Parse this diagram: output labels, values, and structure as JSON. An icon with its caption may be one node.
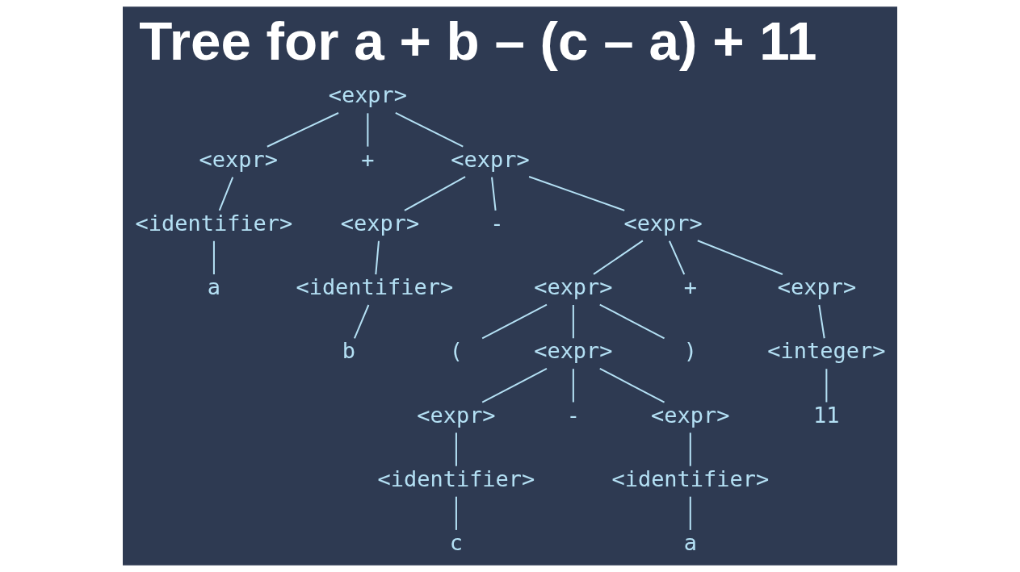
{
  "diagram": {
    "title": "Tree for a + b – (c – a) + 11",
    "nodes": [
      {
        "text": [
          "<expr>"
        ]
      },
      {
        "text": [
          "<expr>"
        ]
      },
      {
        "text": [
          "+"
        ]
      },
      {
        "text": [
          "<expr>"
        ]
      },
      {
        "text": [
          "<identifier>"
        ]
      },
      {
        "text": [
          "<expr>"
        ]
      },
      {
        "text": [
          "-"
        ]
      },
      {
        "text": [
          "<expr>"
        ]
      },
      {
        "text": [
          "a"
        ]
      },
      {
        "text": [
          "<identifier>"
        ]
      },
      {
        "text": [
          "<expr>"
        ]
      },
      {
        "text": [
          "+"
        ]
      },
      {
        "text": [
          "<expr>"
        ]
      },
      {
        "text": [
          "b"
        ]
      },
      {
        "text": [
          "("
        ]
      },
      {
        "text": [
          "<expr>"
        ]
      },
      {
        "text": [
          ")"
        ]
      },
      {
        "text": [
          "<integer>"
        ]
      },
      {
        "text": [
          "<expr>"
        ]
      },
      {
        "text": [
          "-"
        ]
      },
      {
        "text": [
          "<expr>"
        ]
      },
      {
        "text": [
          "11"
        ]
      },
      {
        "text": [
          "<identifier>"
        ]
      },
      {
        "text": [
          "<identifier>"
        ]
      },
      {
        "text": [
          "c"
        ]
      },
      {
        "text": [
          "a"
        ]
      }
    ],
    "edges": [
      {
        "from": 0,
        "to": 1,
        "arrow": "none"
      },
      {
        "from": 0,
        "to": 2,
        "arrow": "none"
      },
      {
        "from": 0,
        "to": 3,
        "arrow": "none"
      },
      {
        "from": 1,
        "to": 4,
        "arrow": "none"
      },
      {
        "from": 4,
        "to": 8,
        "arrow": "none"
      },
      {
        "from": 3,
        "to": 5,
        "arrow": "none"
      },
      {
        "from": 3,
        "to": 6,
        "arrow": "none"
      },
      {
        "from": 3,
        "to": 7,
        "arrow": "none"
      },
      {
        "from": 5,
        "to": 9,
        "arrow": "none"
      },
      {
        "from": 9,
        "to": 13,
        "arrow": "none"
      },
      {
        "from": 7,
        "to": 10,
        "arrow": "none"
      },
      {
        "from": 7,
        "to": 11,
        "arrow": "none"
      },
      {
        "from": 7,
        "to": 12,
        "arrow": "none"
      },
      {
        "from": 10,
        "to": 14,
        "arrow": "none"
      },
      {
        "from": 10,
        "to": 15,
        "arrow": "none"
      },
      {
        "from": 10,
        "to": 16,
        "arrow": "none"
      },
      {
        "from": 12,
        "to": 17,
        "arrow": "none"
      },
      {
        "from": 17,
        "to": 21,
        "arrow": "none"
      },
      {
        "from": 15,
        "to": 18,
        "arrow": "none"
      },
      {
        "from": 15,
        "to": 19,
        "arrow": "none"
      },
      {
        "from": 15,
        "to": 20,
        "arrow": "none"
      },
      {
        "from": 18,
        "to": 22,
        "arrow": "none"
      },
      {
        "from": 20,
        "to": 23,
        "arrow": "none"
      },
      {
        "from": 22,
        "to": 24,
        "arrow": "none"
      },
      {
        "from": 23,
        "to": 25,
        "arrow": "none"
      }
    ]
  }
}
